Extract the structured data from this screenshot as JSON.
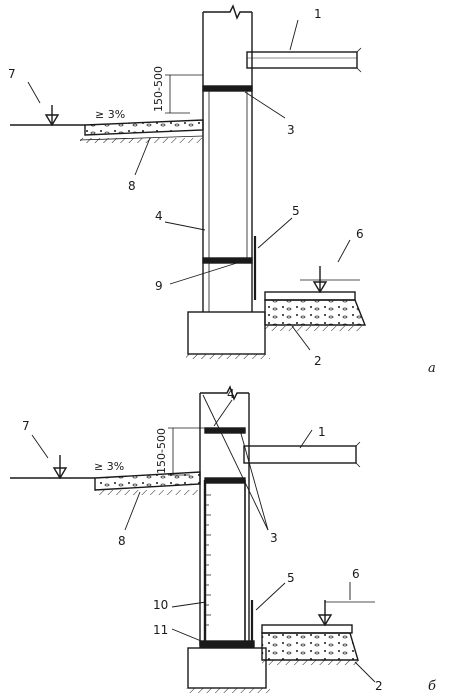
{
  "top": {
    "labels": {
      "n1": "1",
      "n2": "2",
      "n3": "3",
      "n4": "4",
      "n5": "5",
      "n6": "6",
      "n7": "7",
      "n8": "8",
      "n9": "9"
    },
    "dimension": "150-500",
    "slope": "≥ 3%",
    "caption": "а"
  },
  "bottom": {
    "labels": {
      "n1": "1",
      "n2": "2",
      "n3": "3",
      "n4": "4",
      "n5": "5",
      "n6": "6",
      "n7": "7",
      "n8": "8",
      "n10": "10",
      "n11": "11"
    },
    "dimension": "150-500",
    "slope": "≥ 3%",
    "caption": "б"
  },
  "colors": {
    "ink": "#1a1a1a",
    "paper": "#ffffff"
  }
}
